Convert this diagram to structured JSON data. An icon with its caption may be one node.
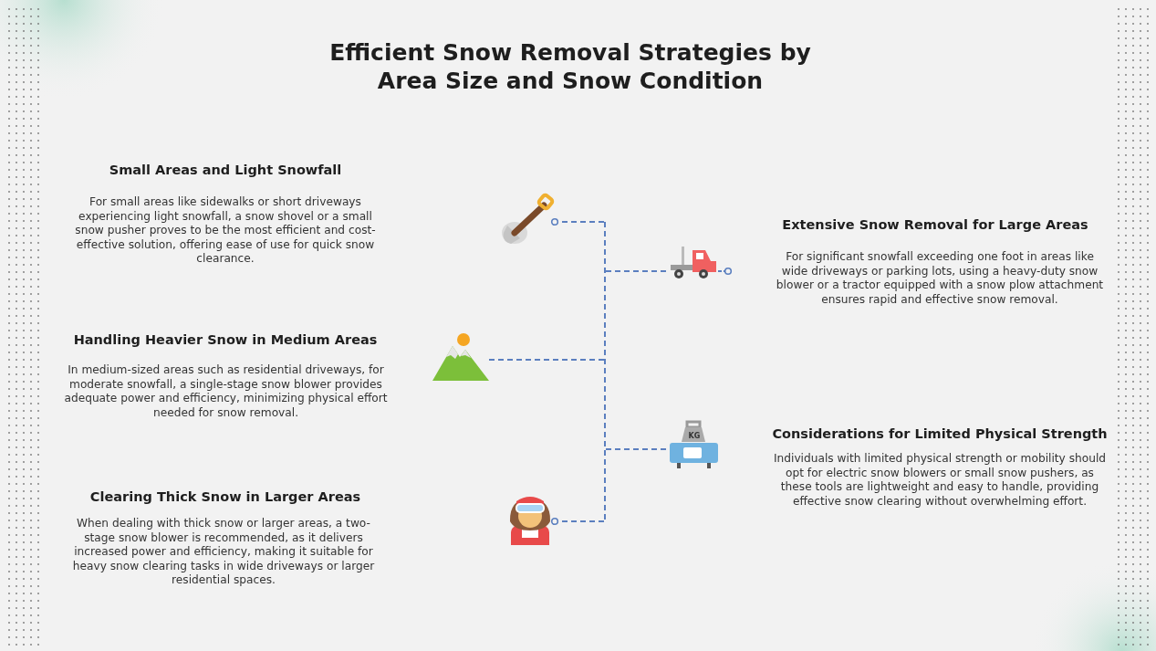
{
  "diagram": {
    "title": "Efficient Snow Removal Strategies by Area Size and Snow Condition",
    "nodes": [
      {
        "text": [],
        "shape": "bar"
      },
      {
        "text": [],
        "shape": "picture"
      },
      {
        "text": [],
        "shape": "picture"
      },
      {
        "text": [],
        "shape": "picture"
      },
      {
        "text": [],
        "shape": "picture"
      },
      {
        "text": [],
        "shape": "person"
      }
    ],
    "edges": [
      {
        "from": 0,
        "to": 1,
        "arrow": "other",
        "style": "dashed"
      },
      {
        "from": 0,
        "to": 2,
        "arrow": "none",
        "style": "dashed"
      },
      {
        "from": 0,
        "to": 3,
        "arrow": "none",
        "style": "dashed"
      },
      {
        "from": 0,
        "to": 4,
        "arrow": "none",
        "style": "dashed"
      },
      {
        "from": 0,
        "to": 5,
        "arrow": "other",
        "style": "dashed"
      }
    ],
    "labels": [
      "Small Areas and Light Snowfall",
      "For small areas like sidewalks or short driveways experiencing light snowfall, a snow shovel or a small snow pusher proves to be the most efficient and cost-effective solution, offering ease of use for quick snow clearance.",
      "Extensive Snow Removal for Large Areas",
      "For significant snowfall exceeding one foot in areas like wide driveways or parking lots, using a heavy-duty snow blower or a tractor equipped with a snow plow attachment ensures rapid and effective snow removal.",
      "Handling Heavier Snow in Medium Areas",
      "In medium-sized areas such as residential driveways, for moderate snowfall, a single-stage snow blower provides adequate power and efficiency, minimizing physical effort needed for snow removal.",
      "Considerations for Limited Physical Strength",
      "Individuals with limited physical strength or mobility should opt for electric snow blowers or small snow pushers, as these tools are lightweight and easy to handle, providing effective snow clearing without overwhelming effort.",
      "Clearing Thick Snow in Larger Areas",
      "When dealing with thick snow or larger areas, a two-stage snow blower is recommended, as it delivers increased power and efficiency, making it suitable for heavy snow clearing tasks in wide driveways or larger residential spaces.",
      "KG"
    ]
  }
}
